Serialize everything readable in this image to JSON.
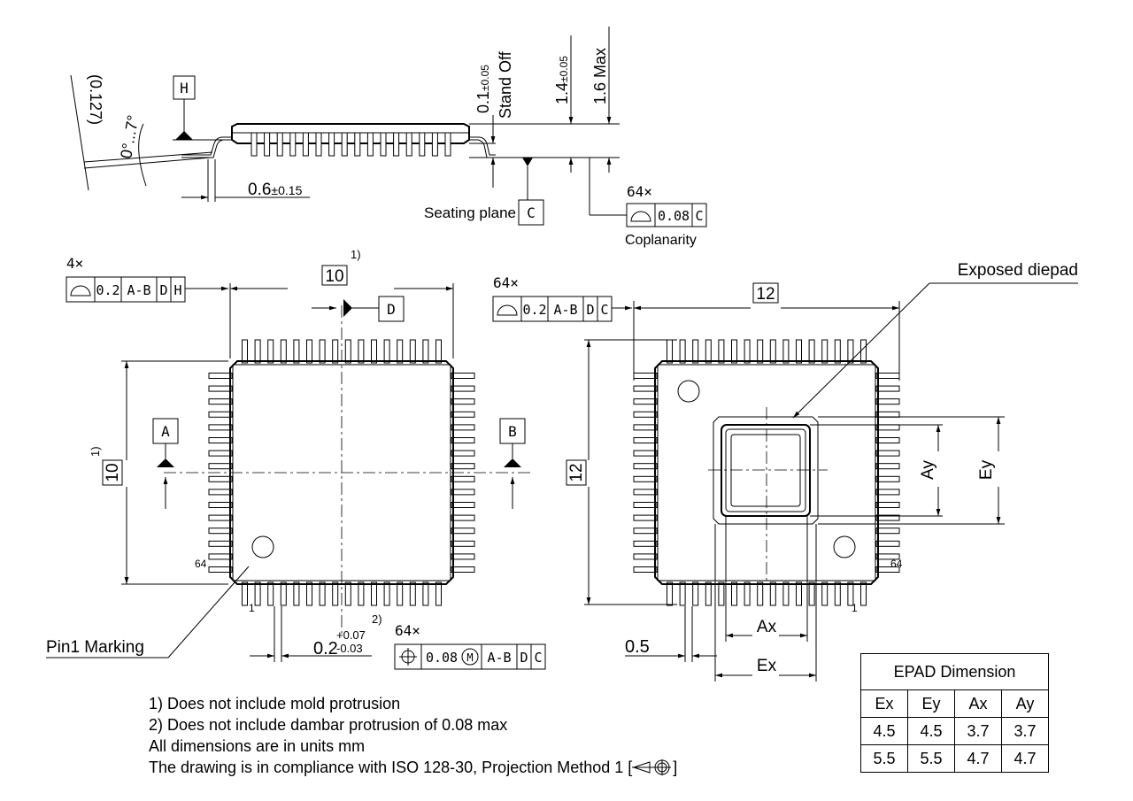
{
  "side_view": {
    "datum_h": "H",
    "datum_c": "C",
    "lead_angle_127": "(0.127)",
    "lead_angle": "0°...7°",
    "foot_length": "0.6",
    "foot_length_tol": "±0.15",
    "standoff": "0.1",
    "standoff_tol": "±0.05",
    "standoff_label": "Stand Off",
    "body_height": "1.4",
    "body_height_tol": "±0.05",
    "max_height": "1.6 Max",
    "seating_plane": "Seating plane",
    "coplanarity_count": "64×",
    "coplanarity_value": "0.08",
    "coplanarity_datum": "C",
    "coplanarity_label": "Coplanarity"
  },
  "top_view": {
    "fcf_count": "4×",
    "fcf_value": "0.2",
    "fcf_datums": [
      "A-B",
      "D",
      "H"
    ],
    "body_width": "10",
    "body_width_note": "1)",
    "body_height": "10",
    "body_height_note": "1)",
    "datum_a": "A",
    "datum_b": "B",
    "datum_d": "D",
    "pin64": "64",
    "pin1": "1",
    "pin1_marking": "Pin1 Marking",
    "lead_width": "0.2",
    "lead_width_plus": "+0.07",
    "lead_width_minus": "-0.03",
    "lead_width_note": "2)",
    "pos_count": "64×",
    "pos_value": "0.08",
    "pos_modifier": "M",
    "pos_datums": [
      "A-B",
      "D",
      "C"
    ]
  },
  "bottom_view": {
    "fcf_count": "64×",
    "fcf_value": "0.2",
    "fcf_datums": [
      "A-B",
      "D",
      "C"
    ],
    "span_width": "12",
    "span_height": "12",
    "exposed_diepad": "Exposed diepad",
    "pitch": "0.5",
    "ax": "Ax",
    "ex": "Ex",
    "ay": "Ay",
    "ey": "Ey",
    "pin64": "64",
    "pin1": "1"
  },
  "notes": [
    "1) Does not include mold protrusion",
    "2) Does not include dambar protrusion of 0.08 max",
    "All dimensions are in units mm",
    "The drawing is in compliance with ISO 128-30, Projection Method 1 ["
  ],
  "notes_end": "]",
  "epad_table": {
    "title": "EPAD Dimension",
    "headers": [
      "Ex",
      "Ey",
      "Ax",
      "Ay"
    ],
    "rows": [
      [
        "4.5",
        "4.5",
        "3.7",
        "3.7"
      ],
      [
        "5.5",
        "5.5",
        "4.7",
        "4.7"
      ]
    ]
  }
}
